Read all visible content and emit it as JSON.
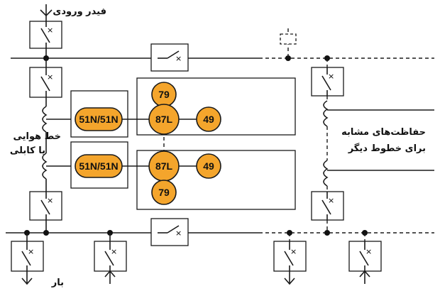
{
  "labels": {
    "incoming_feeder": "فیدر ورودی",
    "line_type_1": "خط هوایی",
    "line_type_2": "یا کابلی",
    "similar_prot_1": "حفاظت‌های مشابه",
    "similar_prot_2": "برای خطوط دیگر",
    "load": "بار"
  },
  "relays": {
    "top": {
      "overcurrent": "51N/51N",
      "differential": "87L",
      "reclose": "79",
      "thermal": "49"
    },
    "bottom": {
      "overcurrent": "51N/51N",
      "differential": "87L",
      "reclose": "79",
      "thermal": "49"
    }
  },
  "colors": {
    "relay_fill": "#f4a52c",
    "line": "#1a1a1a"
  }
}
